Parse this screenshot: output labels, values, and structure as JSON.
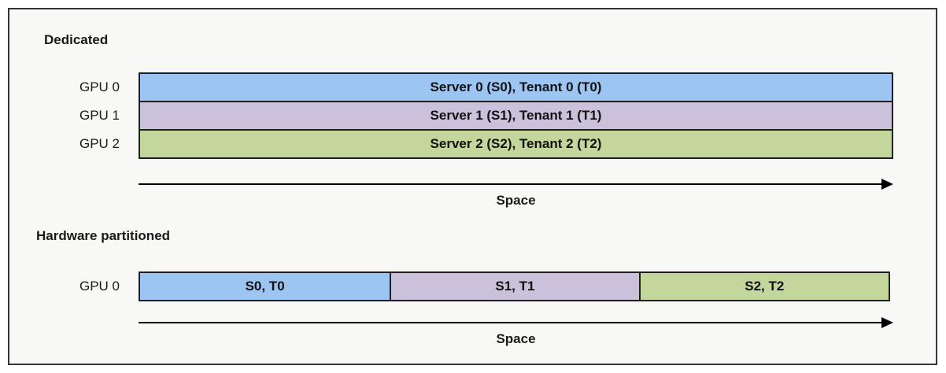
{
  "colors": {
    "tenant0_blue": "#9CC5F2",
    "tenant1_purple": "#CCC1DA",
    "tenant2_green": "#C3D69B",
    "panel_background": "#F8F8F7",
    "bar_border": "#1F1F1F",
    "frame_border": "#343434"
  },
  "dedicated": {
    "title": "Dedicated",
    "rows": [
      {
        "gpu": "GPU 0",
        "label": "Server 0 (S0), Tenant 0 (T0)",
        "color": "#9CC5F2"
      },
      {
        "gpu": "GPU 1",
        "label": "Server 1 (S1), Tenant 1 (T1)",
        "color": "#CCC1DA"
      },
      {
        "gpu": "GPU 2",
        "label": "Server 2 (S2), Tenant 2 (T2)",
        "color": "#C3D69B"
      }
    ],
    "axis_label": "Space"
  },
  "partitioned": {
    "title": "Hardware partitioned",
    "gpu": "GPU 0",
    "segments": [
      {
        "label": "S0, T0",
        "color": "#9CC5F2",
        "width_pct": 33.5
      },
      {
        "label": "S1, T1",
        "color": "#CCC1DA",
        "width_pct": 33.2
      },
      {
        "label": "S2, T2",
        "color": "#C3D69B",
        "width_pct": 33.3
      }
    ],
    "axis_label": "Space"
  }
}
